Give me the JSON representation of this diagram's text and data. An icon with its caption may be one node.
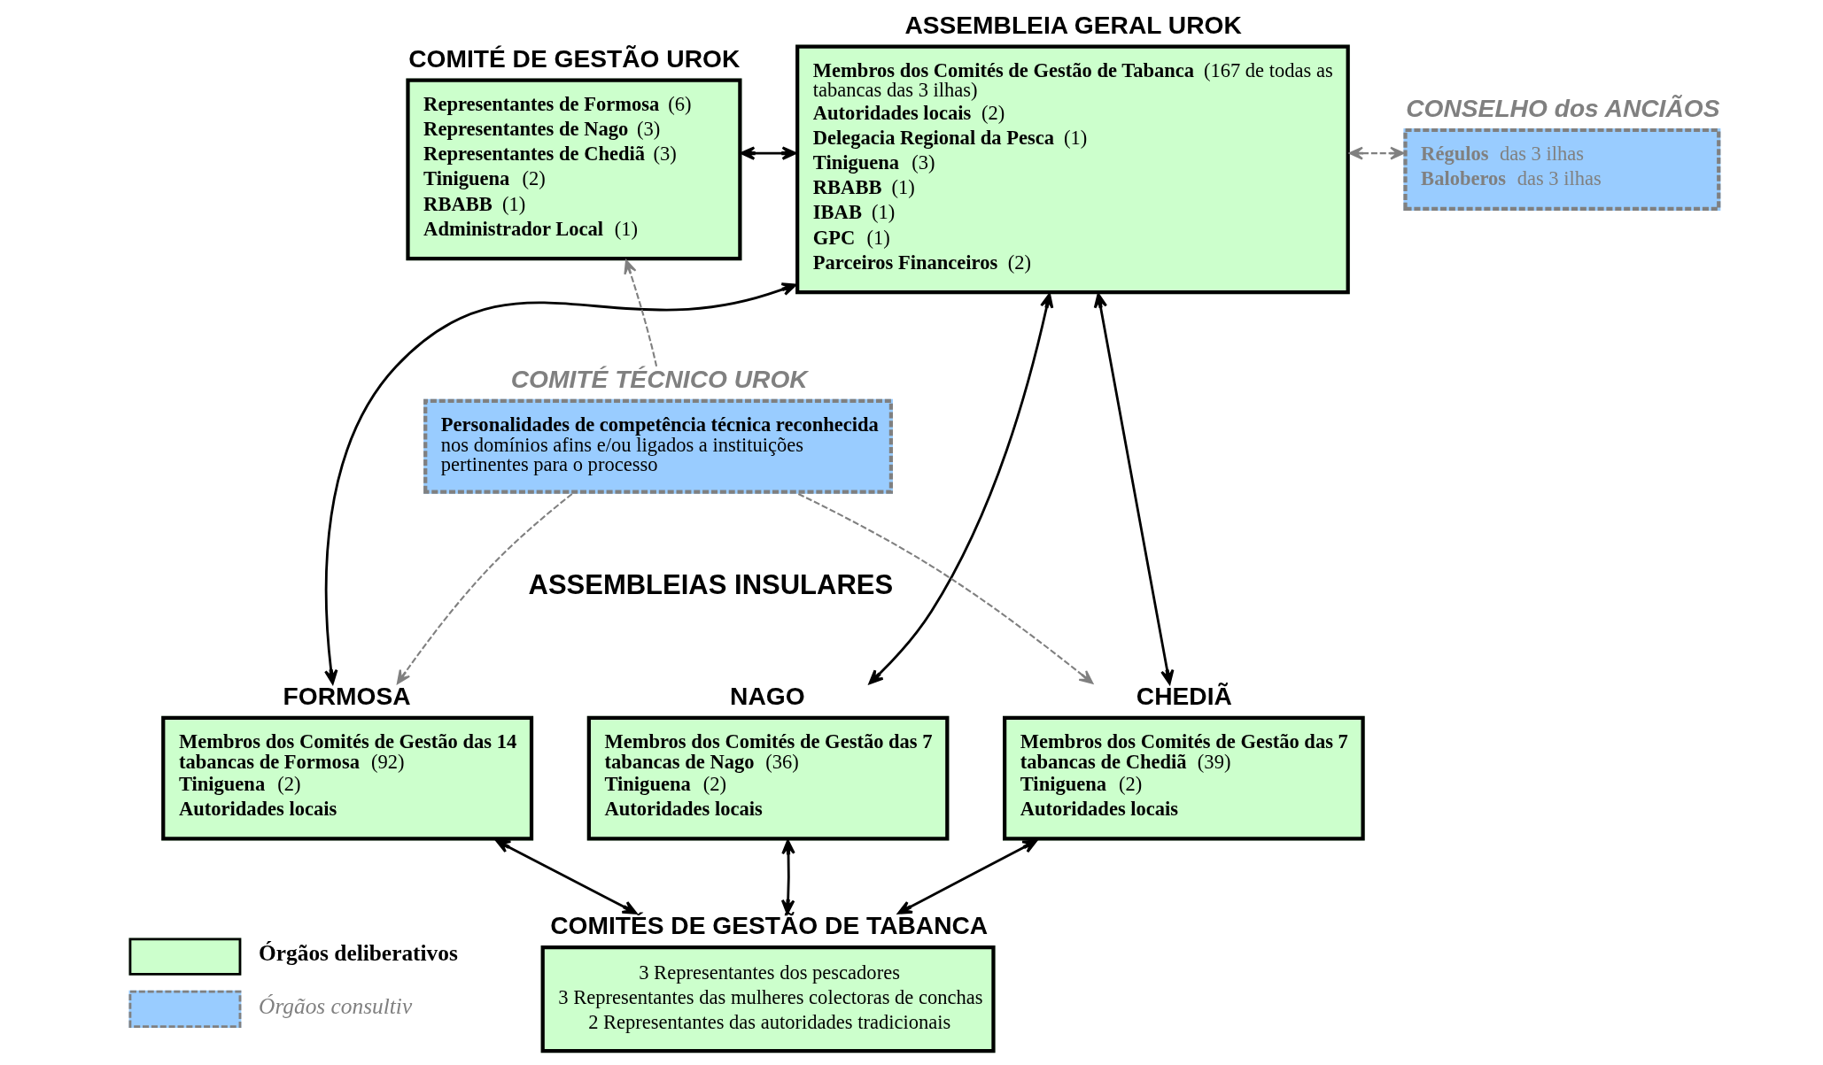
{
  "diagram": {
    "nodes": [
      {
        "text": [
          "ASSEMBLEIA GERAL UROK",
          "**Membros dos Comités de Gestão de Tabanca** (167 de todas as tabancas das 3 ilhas)",
          "**Autoridades locais** (2)",
          "**Delegacia Regional da Pesca** (1)",
          "**Tiniguena** (3)",
          "**RBABB** (1)",
          "**IBAB** (1)",
          "**GPC** (1)",
          "**Parceiros Financeiros** (2)"
        ]
      },
      {
        "text": [
          "COMITÉ DE GESTÃO UROK",
          "**Representantes de Formosa** (6)",
          "**Representantes de Nago** (3)",
          "**Representantes de Chediã** (3)",
          "**Tiniguena** (2)",
          "**RBABB** (1)",
          "**Administrador Local** (1)"
        ]
      },
      {
        "text": [
          "CONSELHO dos ANCIÃOS",
          "**Régulos** das 3 ilhas",
          "**Baloberos** das 3 ilhas"
        ]
      },
      {
        "text": [
          "COMITÉ TÉCNICO UROK",
          "**Personalidades de competência técnica reconhecida** nos domínios afins e/ou ligados a instituições pertinentes para o processo"
        ]
      },
      {
        "text": [
          "FORMOSA",
          "**Membros dos Comités de Gestão das 14 tabancas de Formosa** (92)",
          "**Tiniguena** (2)",
          "**Autoridades locais**"
        ]
      },
      {
        "text": [
          "NAGO",
          "**Membros dos Comités de Gestão das 7 tabancas de Nago** (36)",
          "**Tiniguena** (2)",
          "**Autoridades locais**"
        ]
      },
      {
        "text": [
          "CHEDIÃ",
          "**Membros dos Comités de Gestão das 7 tabancas de Chediã** (39)",
          "**Tiniguena** (2)",
          "**Autoridades locais**"
        ]
      },
      {
        "text": [
          "COMITÉS DE GESTÃO DE TABANCA",
          "3 Representantes dos pescadores",
          "3 Representantes das mulheres colectoras de conchas",
          "2 Representantes das autoridades tradicionais"
        ]
      }
    ],
    "edges": [
      {
        "from": 1,
        "to": 0,
        "arrow": "both"
      },
      {
        "from": 0,
        "to": 2,
        "arrow": "both",
        "style": "dashed",
        "color": "#808080"
      },
      {
        "from": 3,
        "to": 1,
        "arrow": "to",
        "style": "dashed",
        "color": "#808080"
      },
      {
        "from": 3,
        "to": 4,
        "arrow": "to",
        "style": "dashed",
        "color": "#808080"
      },
      {
        "from": 3,
        "to": 6,
        "arrow": "to",
        "style": "dashed",
        "color": "#808080"
      },
      {
        "from": 0,
        "to": 4,
        "arrow": "both"
      },
      {
        "from": 0,
        "to": 5,
        "arrow": "both"
      },
      {
        "from": 0,
        "to": 6,
        "arrow": "both"
      },
      {
        "from": 7,
        "to": 4,
        "arrow": "both"
      },
      {
        "from": 7,
        "to": 5,
        "arrow": "both"
      },
      {
        "from": 7,
        "to": 6,
        "arrow": "both"
      }
    ],
    "labels": [
      "ASSEMBLEIAS INSULARES"
    ],
    "legend": [
      {
        "text": "Órgãos deliberativos",
        "color": "#ccffcc"
      },
      {
        "text": "Órgãos consultiv",
        "color": "#99ccff"
      }
    ]
  }
}
